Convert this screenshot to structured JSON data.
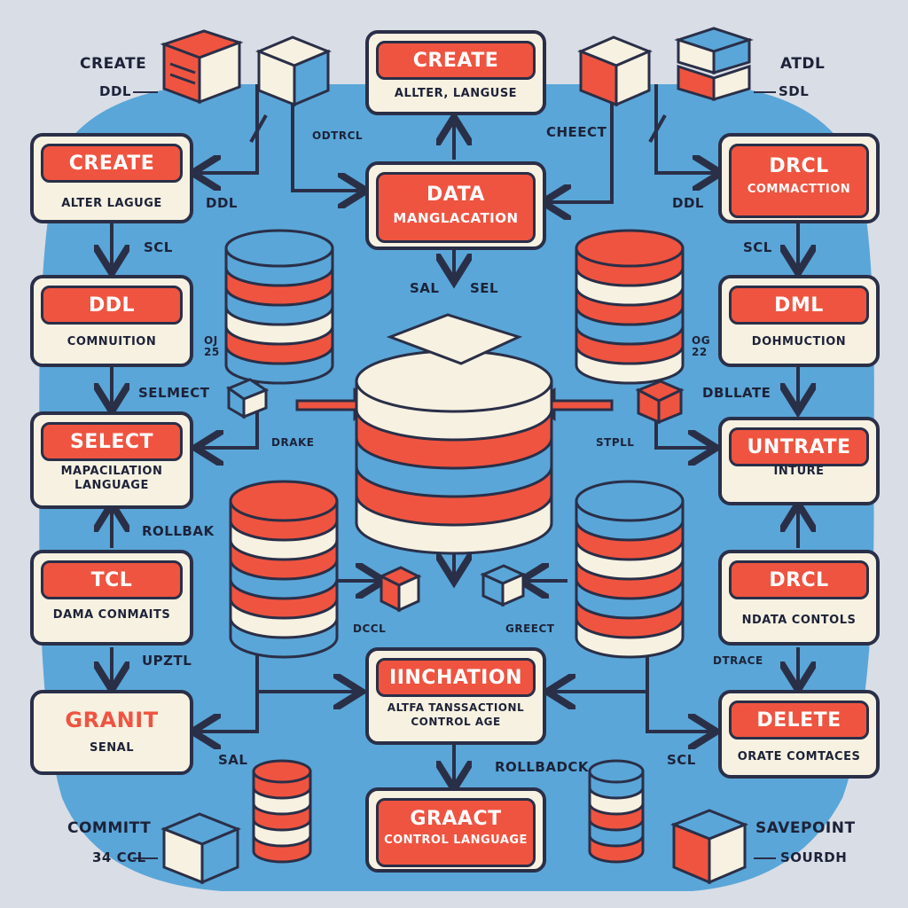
{
  "colors": {
    "background": "#d9dde6",
    "blob": "#5aa6d8",
    "accent": "#ef5440",
    "box": "#f7f1e1",
    "outline": "#2a2f48"
  },
  "boxes": {
    "top_center": {
      "title": "CREATE",
      "subtitle": "ALLTER, LANGUSE"
    },
    "center_top": {
      "title": "DATA",
      "subtitle": "MANGLACATION"
    },
    "left_1": {
      "title": "CREATE",
      "subtitle": "ALTER LAGUGE"
    },
    "left_2": {
      "title": "DDL",
      "subtitle": "COMNUITION"
    },
    "left_3": {
      "title": "SELECT",
      "subtitle": "MAPACILATION LANGUAGE"
    },
    "left_4": {
      "title": "TCL",
      "subtitle": "DAMA CONMAITS"
    },
    "left_5": {
      "title": "GRANIT",
      "subtitle": "SENAL"
    },
    "right_1": {
      "title": "DRCL",
      "subtitle": "COMMACTTION"
    },
    "right_2": {
      "title": "DML",
      "subtitle": "DOHMUCTION"
    },
    "right_3": {
      "title": "UNTRATE",
      "subtitle": "INTURE"
    },
    "right_4": {
      "title": "DRCL",
      "subtitle": "NDATA CONTOLS"
    },
    "right_5": {
      "title": "DELETE",
      "subtitle": "ORATE COMTACES"
    },
    "center_mid": {
      "title": "IINCHATION",
      "subtitle": "ALTFA TANSSACTIONL CONTROL AGE"
    },
    "bottom_center": {
      "title": "GRAACT",
      "subtitle": "CONTROL LANGUAGE"
    }
  },
  "labels": {
    "create_tl": "CREATE",
    "ddl_tl": "DDL",
    "atdl_tr": "ATDL",
    "sdl_tr": "SDL",
    "odtrcl": "ODTRCL",
    "checkt": "CHEECT",
    "ddl_left": "DDL",
    "ddl_right": "DDL",
    "scl_left": "SCL",
    "scl_right": "SCL",
    "sal_mid": "SAL",
    "sel_mid": "SEL",
    "oj25": "OJ 25",
    "og22": "OG 22",
    "selmect": "SELMECT",
    "dbllate": "DBLLATE",
    "drake": "DRAKE",
    "stpll": "STPLL",
    "rollbak": "ROLLBAK",
    "dccl": "DCCL",
    "greect": "GREECT",
    "upztl": "UPZTL",
    "dtrace": "DTRACE",
    "sal_bottom": "SAL",
    "rollbadck": "ROLLBADCK",
    "scl_bottom": "SCL",
    "committ": "COMMITT",
    "ccl34": "34 CCL",
    "savepoint": "SAVEPOINT",
    "sourdh": "SOURDH"
  }
}
